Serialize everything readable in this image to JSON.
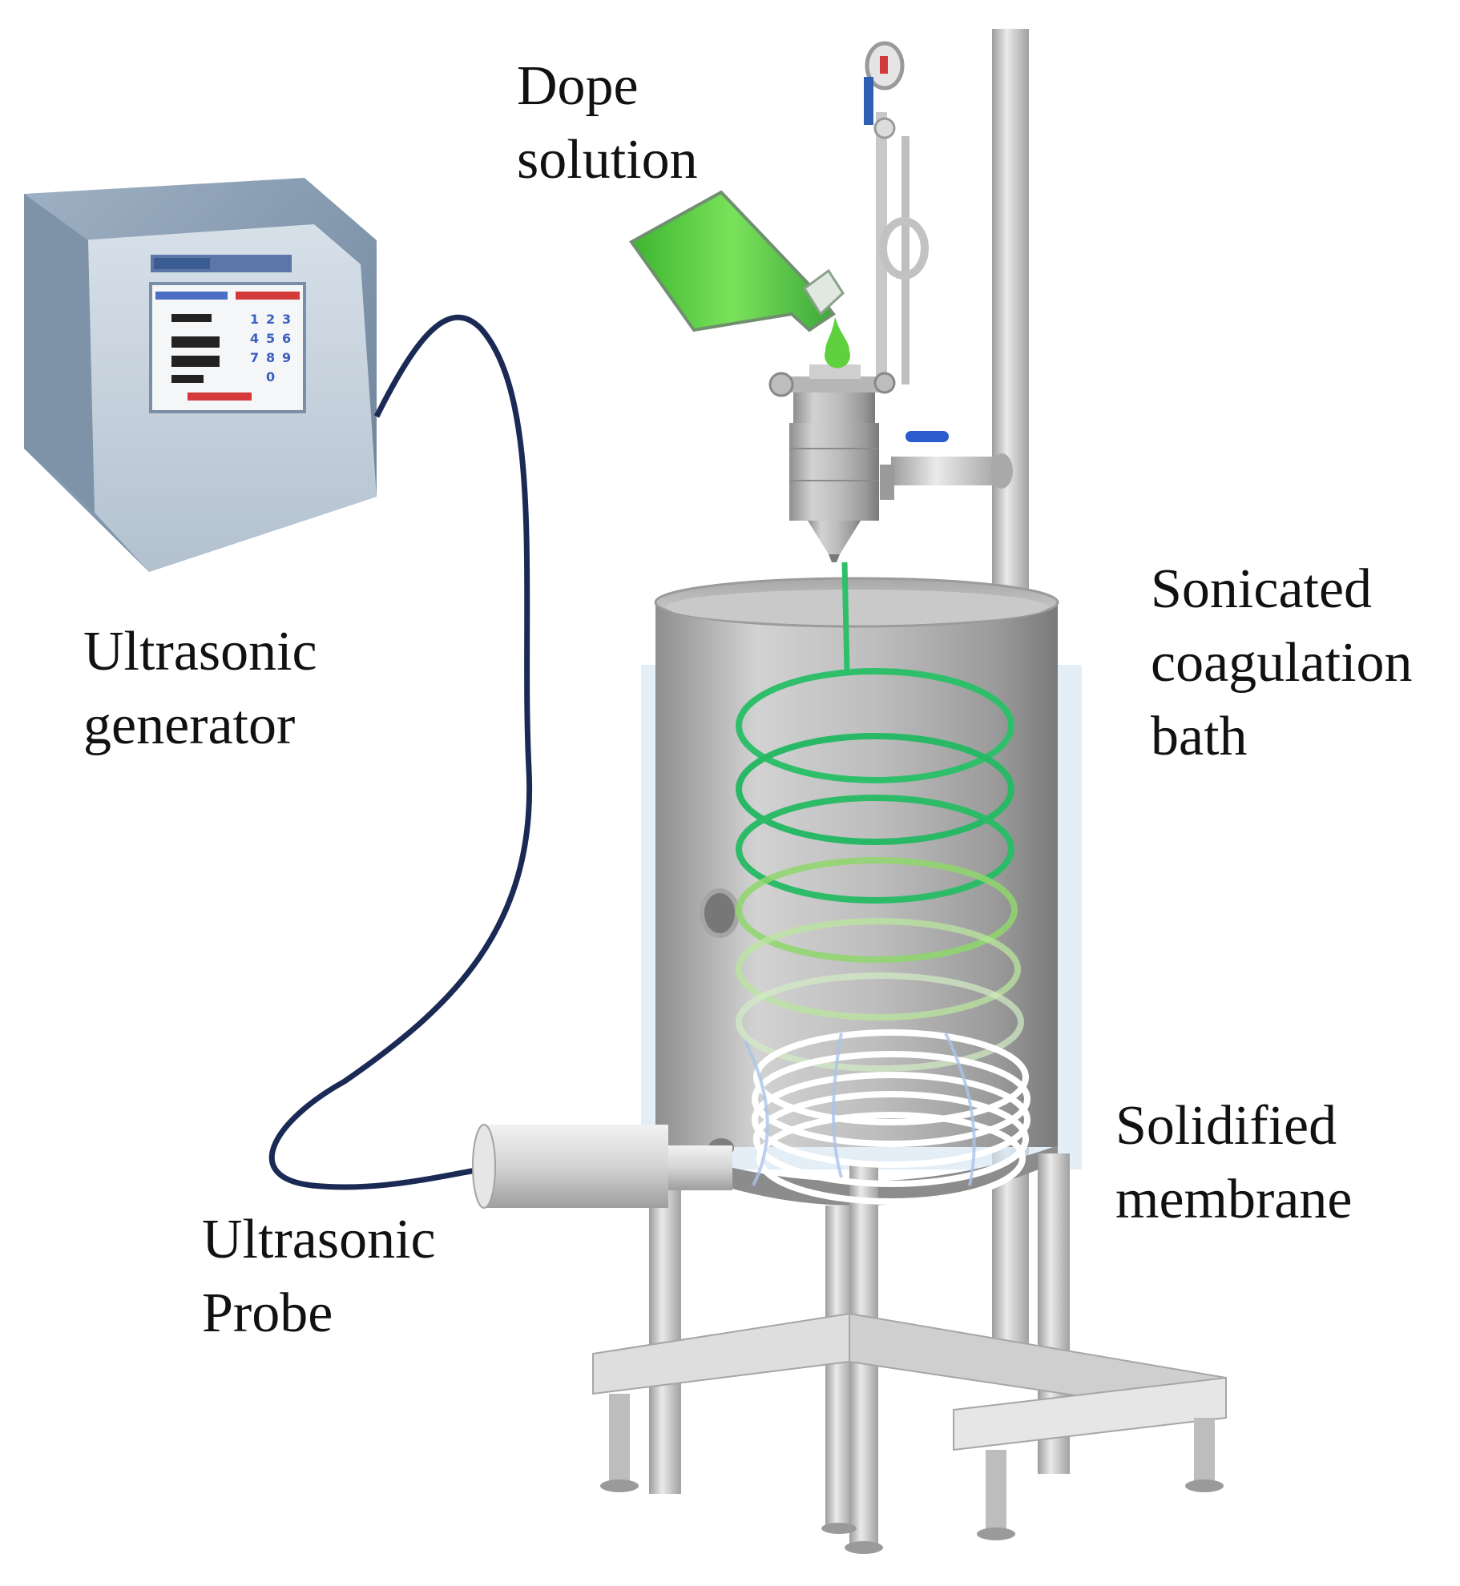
{
  "labels": {
    "dope_solution": [
      "Dope",
      "solution"
    ],
    "ultrasonic_generator": [
      "Ultrasonic",
      "generator"
    ],
    "sonicated_bath": [
      "Sonicated",
      "coagulation",
      "bath"
    ],
    "solidified_membrane": [
      "Solidified",
      "membrane"
    ],
    "ultrasonic_probe": [
      "Ultrasonic",
      "Probe"
    ]
  },
  "generator_keypad": [
    "1",
    "2",
    "3",
    "4",
    "5",
    "6",
    "7",
    "8",
    "9",
    "0"
  ],
  "colors": {
    "fiber_green": "#2fbf6a",
    "dope_green": "#5fd13f",
    "cable_navy": "#1b2a55",
    "steel": "#b9b9b9",
    "white_coil": "#ffffff"
  }
}
